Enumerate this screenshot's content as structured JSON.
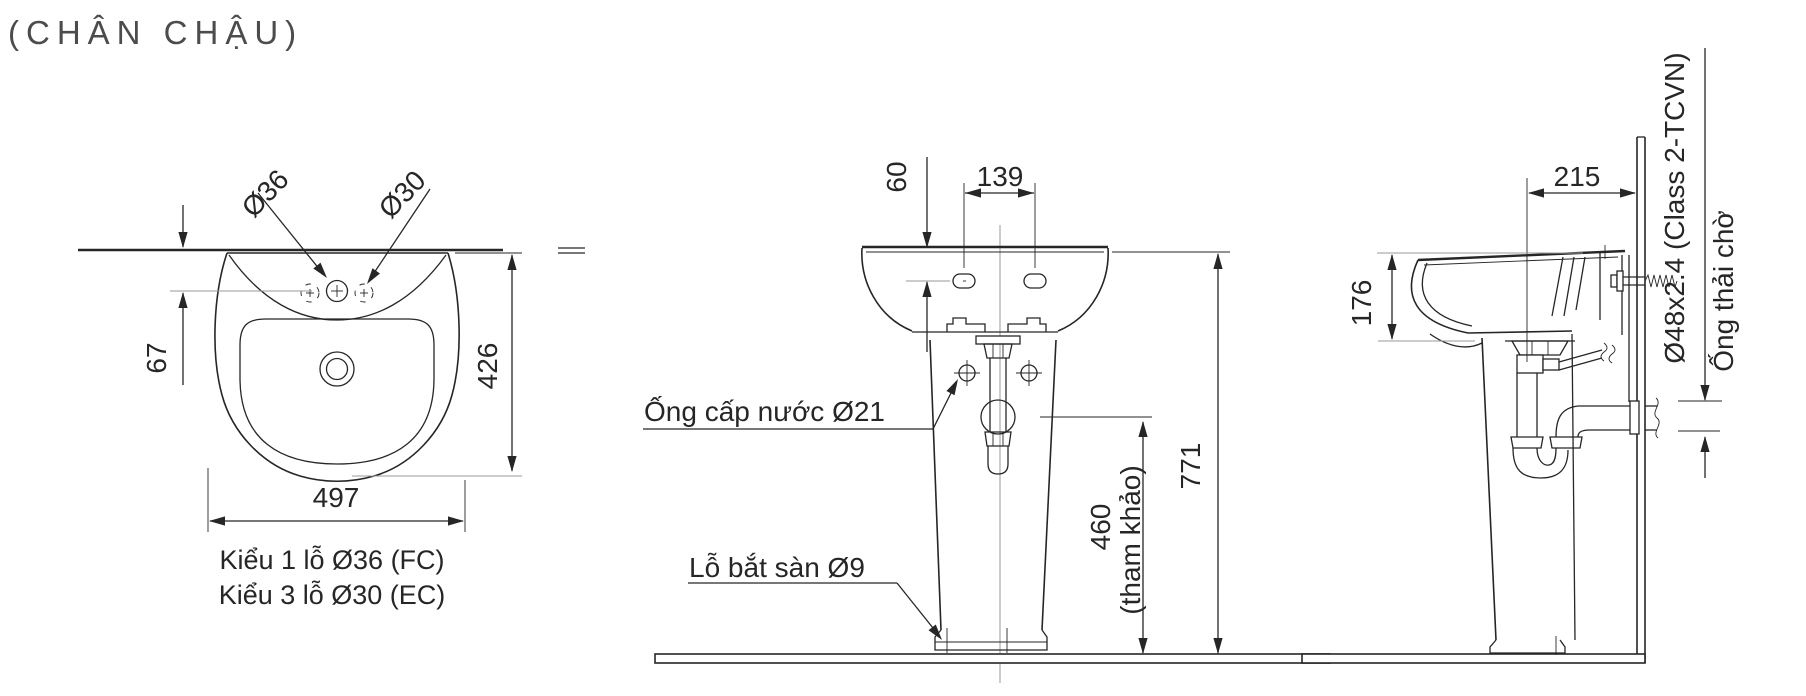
{
  "title": "(CHÂN CHẬU)",
  "colors": {
    "line": "#262626",
    "aux_line": "#9a9a9a",
    "title_text": "#4c4c4c",
    "background": "#ffffff"
  },
  "top_view": {
    "dim_hole_fc": "Ø36",
    "dim_hole_ec": "Ø30",
    "dim_hole_offset": "67",
    "dim_depth": "426",
    "dim_width": "497",
    "caption_line1": "Kiểu 1 lỗ Ø36 (FC)",
    "caption_line2": "Kiểu 3 lỗ Ø30 (EC)"
  },
  "front_view": {
    "dim_top_to_hole": "60",
    "dim_hole_spacing": "139",
    "dim_pedestal_height": "460",
    "dim_pedestal_note": "(tham khảo)",
    "dim_total_height": "771",
    "label_supply_pipe": "Ống cấp nước Ø21",
    "label_floor_hole": "Lỗ bắt sàn Ø9"
  },
  "side_view": {
    "dim_depth_from_wall": "215",
    "dim_rim_thickness": "176",
    "dim_waste_pipe_spec": "Ø48x2.4 (Class 2-TCVN)",
    "label_waste_pipe": "Ống thải chờ"
  }
}
